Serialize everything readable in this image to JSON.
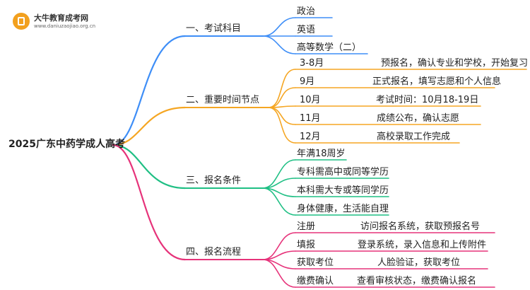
{
  "logo": {
    "title": "大牛教育成考网",
    "url": "www.daniuzaojiao.org.cn",
    "icon": "graduation-book-icon",
    "color": "#f2a01e"
  },
  "root": {
    "label": "2025广东中药学成人高考"
  },
  "colors": {
    "branch1": "#3e8ef7",
    "branch2": "#f5a623",
    "branch3": "#1fbf84",
    "branch4": "#e6337a"
  },
  "branches": [
    {
      "label": "一、考试科目",
      "items": [
        {
          "label": "政治"
        },
        {
          "label": "英语"
        },
        {
          "label": "高等数学（二）"
        }
      ]
    },
    {
      "label": "二、重要时间节点",
      "items": [
        {
          "label": "3-8月",
          "detail": "预报名，确认专业和学校，开始复习"
        },
        {
          "label": "9月",
          "detail": "正式报名，填写志愿和个人信息"
        },
        {
          "label": "10月",
          "detail": "考试时间：10月18-19日"
        },
        {
          "label": "11月",
          "detail": "成绩公布，确认志愿"
        },
        {
          "label": "12月",
          "detail": "高校录取工作完成"
        }
      ]
    },
    {
      "label": "三、报名条件",
      "items": [
        {
          "label": "年满18周岁"
        },
        {
          "label": "专科需高中或同等学历"
        },
        {
          "label": "本科需大专或等同学历"
        },
        {
          "label": "身体健康，生活能自理"
        }
      ]
    },
    {
      "label": "四、报名流程",
      "items": [
        {
          "label": "注册",
          "detail": "访问报名系统，获取预报名号"
        },
        {
          "label": "填报",
          "detail": "登录系统，录入信息和上传附件"
        },
        {
          "label": "获取考位",
          "detail": "人脸验证，获取考位"
        },
        {
          "label": "缴费确认",
          "detail": "查看审核状态，缴费确认报名"
        }
      ]
    }
  ]
}
